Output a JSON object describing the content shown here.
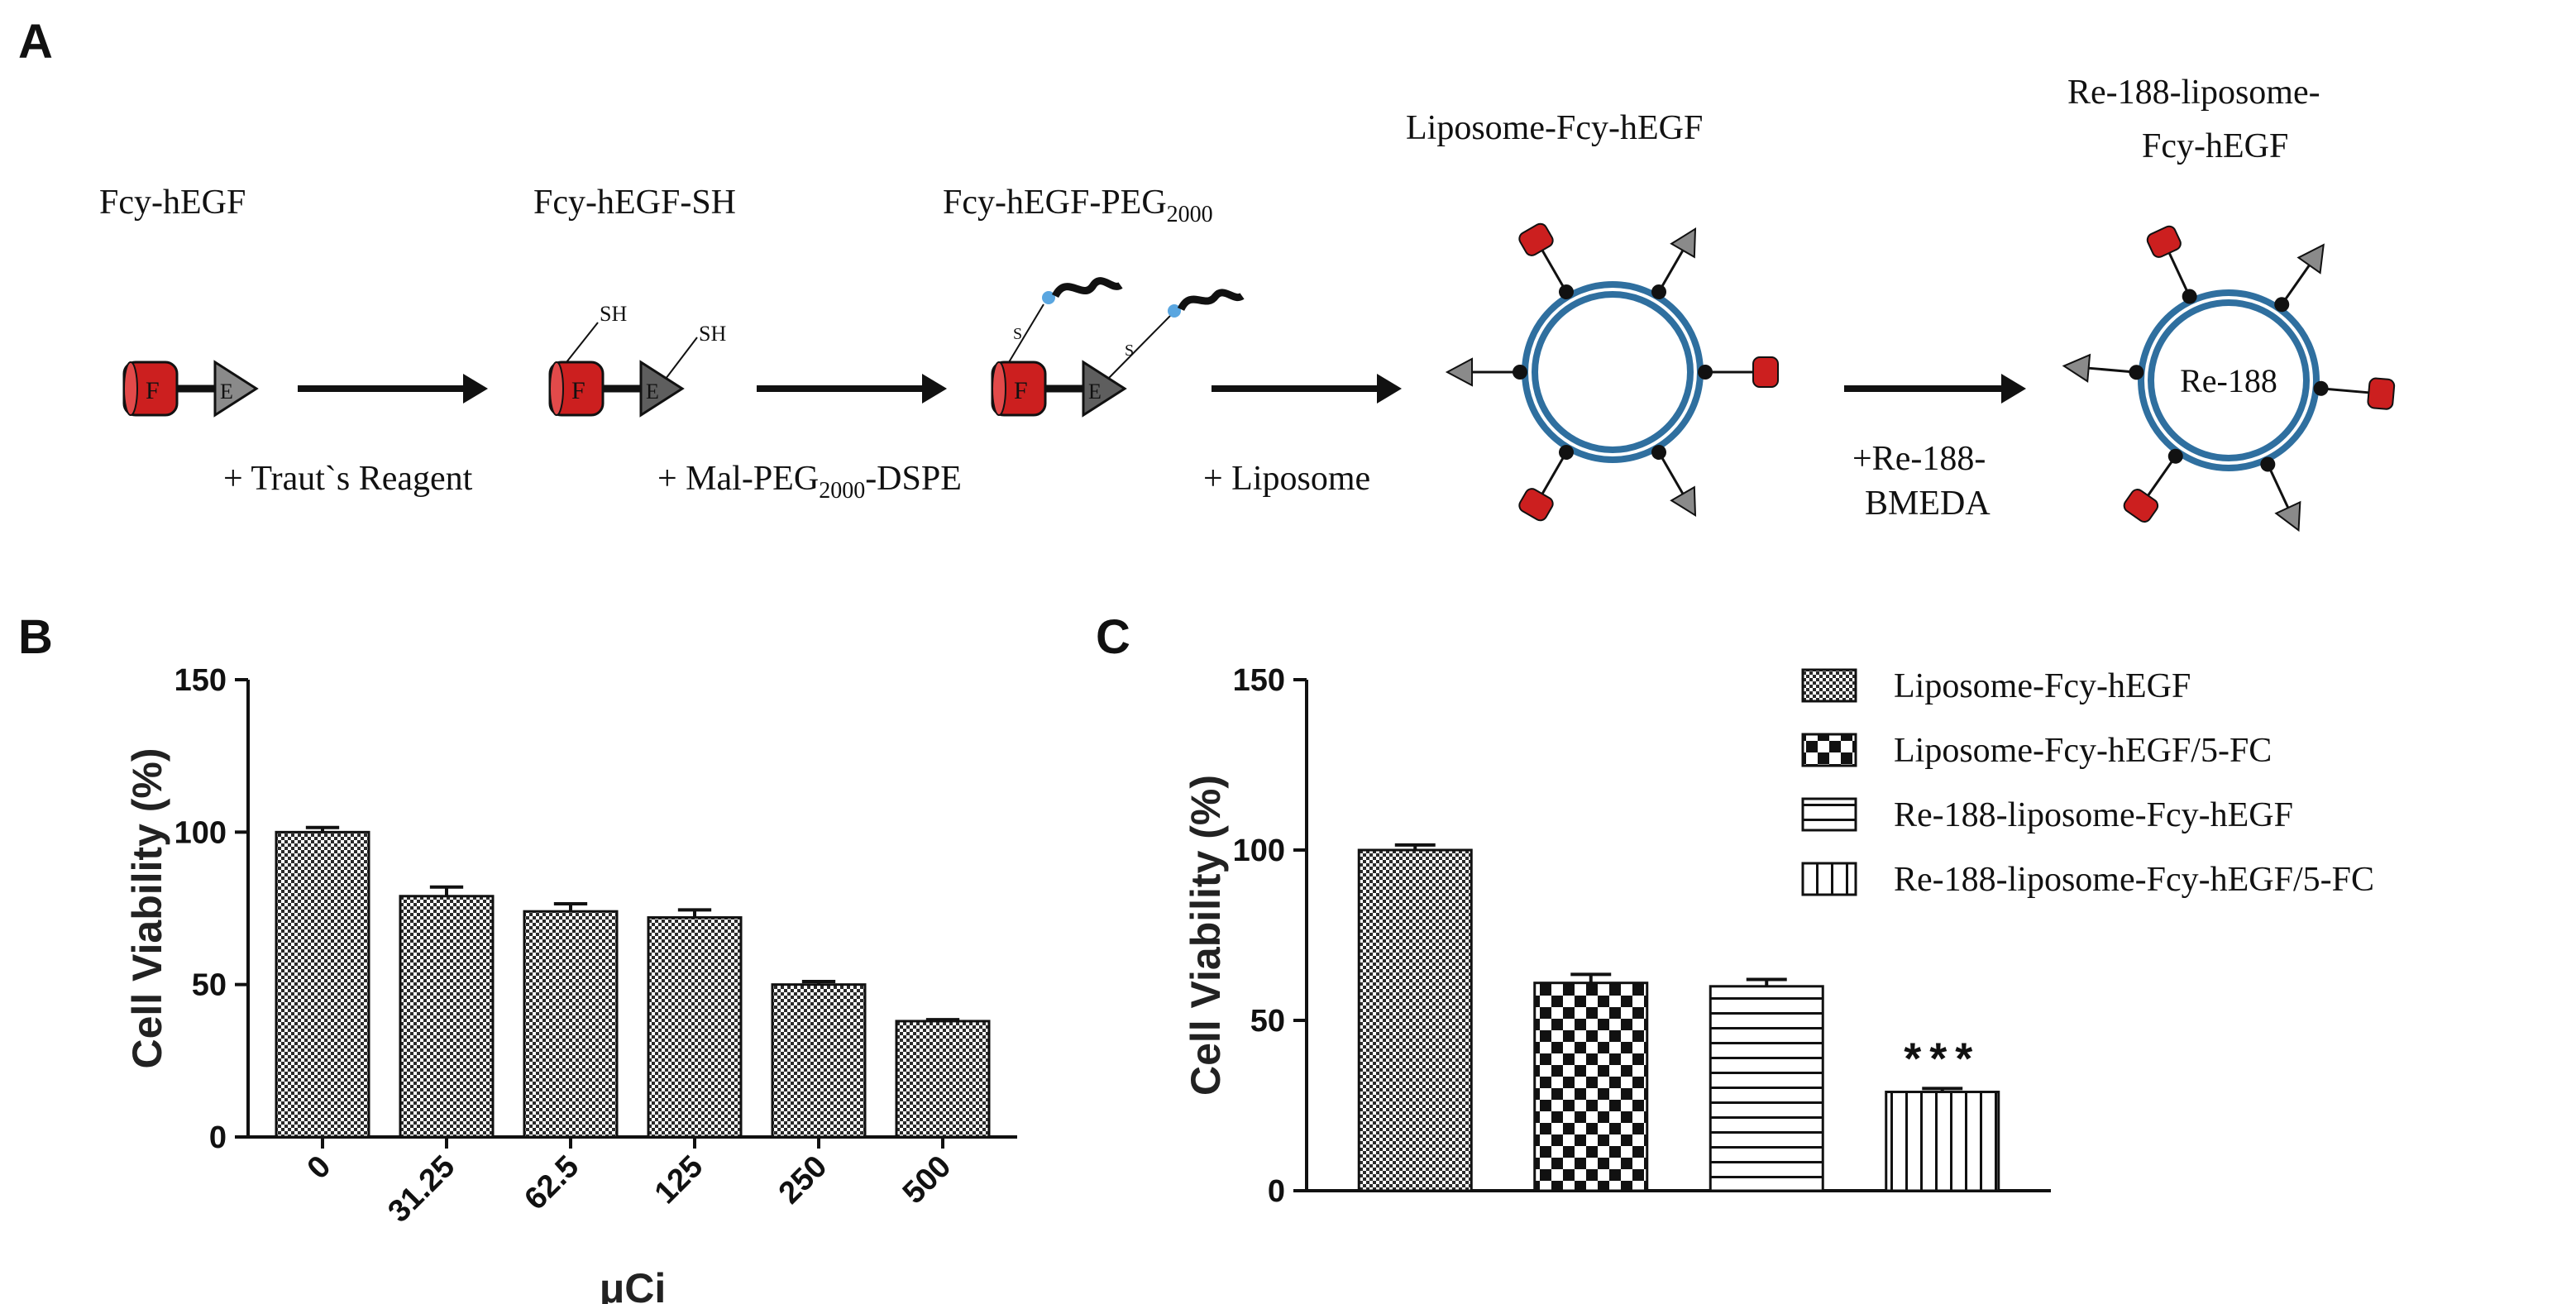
{
  "panels": {
    "A": "A",
    "B": "B",
    "C": "C"
  },
  "scheme": {
    "compounds": [
      "Fcy-hEGF",
      "Fcy-hEGF-SH",
      "Fcy-hEGF-PEG",
      "Liposome-Fcy-hEGF",
      "Re-188-liposome-",
      "Fcy-hEGF"
    ],
    "peg_subscript": "2000",
    "steps": [
      "+  Traut`s Reagent",
      "+  Mal-PEG",
      "-DSPE",
      "+ Liposome",
      "+Re-188-",
      "BMEDA"
    ],
    "sh_label": "SH",
    "s_label": "S",
    "f_label": "F",
    "e_label": "E",
    "core_label": "Re-188",
    "colors": {
      "fcy_red": "#cc1f1f",
      "egf_gray": "#8a8a8a",
      "liposome_blue": "#2f6f9f",
      "peg_dot": "#5aa6e0"
    }
  },
  "chart_data": [
    {
      "type": "bar",
      "panel": "B",
      "categories": [
        "0",
        "31.25",
        "62.5",
        "125",
        "250",
        "500"
      ],
      "values": [
        100,
        79,
        74,
        72,
        50,
        38
      ],
      "errors": [
        1.5,
        3,
        2.5,
        2.5,
        1,
        0.5
      ],
      "xlabel": "μCi",
      "ylabel": "Cell Viability (%)",
      "ylim": [
        0,
        150
      ],
      "yticks": [
        0,
        50,
        100,
        150
      ],
      "grid": false,
      "pattern": "checker-fine"
    },
    {
      "type": "bar",
      "panel": "C",
      "categories": [
        "Liposome-Fcy-hEGF",
        "Liposome-Fcy-hEGF/5-FC",
        "Re-188-liposome-Fcy-hEGF",
        "Re-188-liposome-Fcy-hEGF/5-FC"
      ],
      "values": [
        100,
        61,
        60,
        29
      ],
      "errors": [
        1.5,
        2.5,
        2,
        1
      ],
      "annotations": [
        "",
        "",
        "",
        "***"
      ],
      "ylabel": "Cell Viability (%)",
      "ylim": [
        0,
        150
      ],
      "yticks": [
        0,
        50,
        100,
        150
      ],
      "grid": false,
      "legend_position": "top-right",
      "patterns": [
        "checker-fine",
        "checker-coarse",
        "horizontal",
        "vertical"
      ]
    }
  ]
}
